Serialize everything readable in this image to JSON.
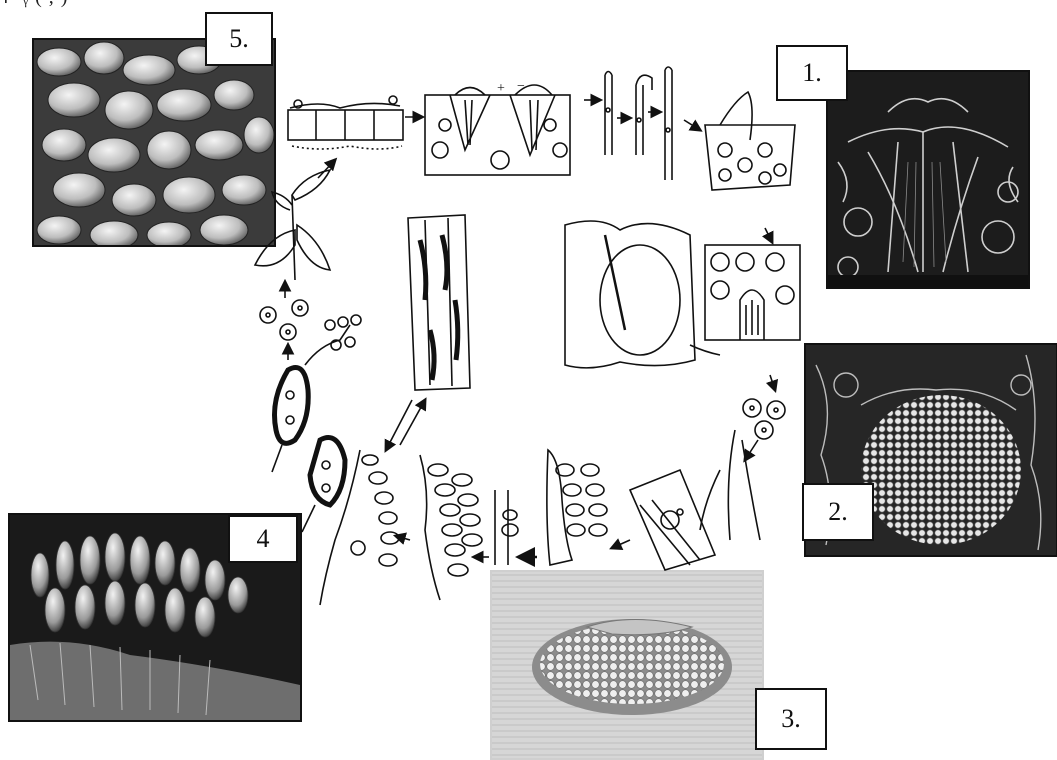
{
  "header_fragment": "ᖴ ᵧ (                              ,           )",
  "panel_labels": {
    "p1": "1.",
    "p2": "2.",
    "p3": "3.",
    "p4": "4",
    "p5": "5."
  },
  "colors": {
    "ink": "#111111",
    "background": "#ffffff",
    "sem_dark": "#2a2a2a",
    "sem_light": "#d9d9d9"
  }
}
